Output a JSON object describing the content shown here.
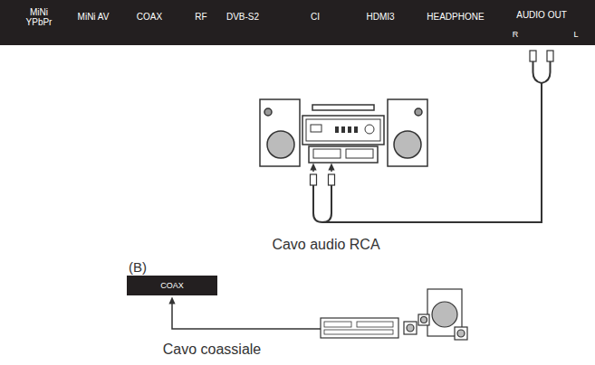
{
  "diagram": {
    "nodes": [
      {
        "text": [
          "MiNi YPbPr",
          "MiNi AV",
          "COAX",
          "RF",
          "DVB-S2",
          "CI",
          "HDMI3",
          "HEADPHONE",
          "AUDIO OUT",
          "R",
          "L"
        ]
      },
      {
        "text": [
          "COAX"
        ]
      }
    ],
    "labels": [
      "Cavo audio RCA",
      "(B)",
      "Cavo coassiale"
    ]
  }
}
